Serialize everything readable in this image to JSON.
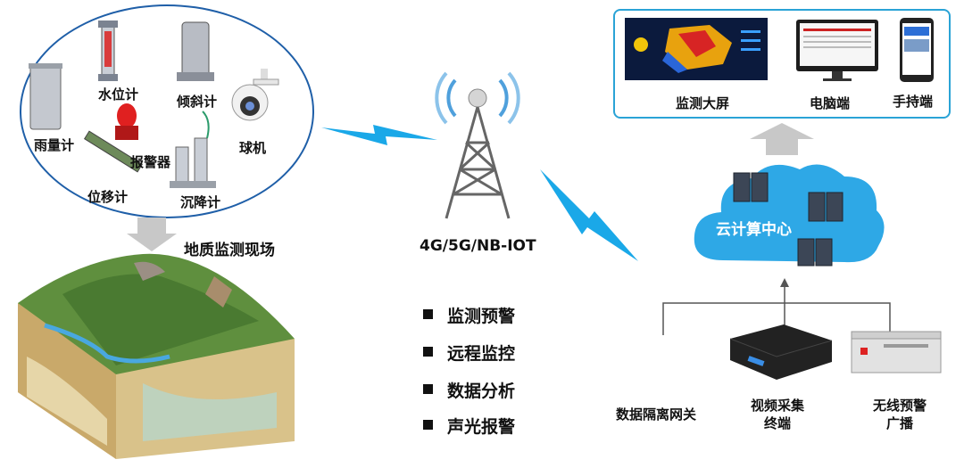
{
  "sensors": {
    "water_level": "水位计",
    "tilt": "倾斜计",
    "rain_gauge": "雨量计",
    "alarm": "报警器",
    "dome_camera": "球机",
    "displacement": "位移计",
    "settlement": "沉降计"
  },
  "site_title": "地质监测现场",
  "network_label": "4G/5G/NB-IOT",
  "features": [
    "监测预警",
    "远程监控",
    "数据分析",
    "声光报警"
  ],
  "displays": {
    "big_screen": "监测大屏",
    "pc": "电脑端",
    "handheld": "手持端"
  },
  "cloud_label": "云计算中心",
  "devices": {
    "gateway": "数据隔离网关",
    "video_line1": "视频采集",
    "video_line2": "终端",
    "broadcast_line1": "无线预警",
    "broadcast_line2": "广播"
  },
  "colors": {
    "ellipse_border": "#1f5fa8",
    "panel_border": "#2aa3d6",
    "lightning": "#1aa8e8",
    "cloud": "#2ea8e6",
    "arrow_gray": "#c8c8c8"
  }
}
